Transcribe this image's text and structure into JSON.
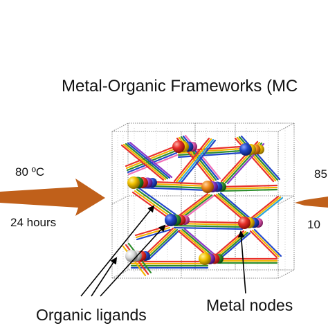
{
  "figure": {
    "title": "Metal-Organic Frameworks (MC",
    "left_condition": {
      "temperature": "80 ºC",
      "duration": "24 hours"
    },
    "right_condition": {
      "temperature": "85",
      "duration": "10"
    },
    "callouts": {
      "ligands": "Organic ligands",
      "nodes": "Metal nodes"
    },
    "colors": {
      "arrow": "#c0601a",
      "ligands": [
        "#e8302a",
        "#f2b500",
        "#2f8f2f",
        "#2147c9",
        "#f06fb8",
        "#8b3ac8",
        "#2aa4d8"
      ],
      "nodes": [
        "#e8302a",
        "#2147c9",
        "#f2c200",
        "#f08a1c",
        "#d8d8d8"
      ]
    }
  }
}
